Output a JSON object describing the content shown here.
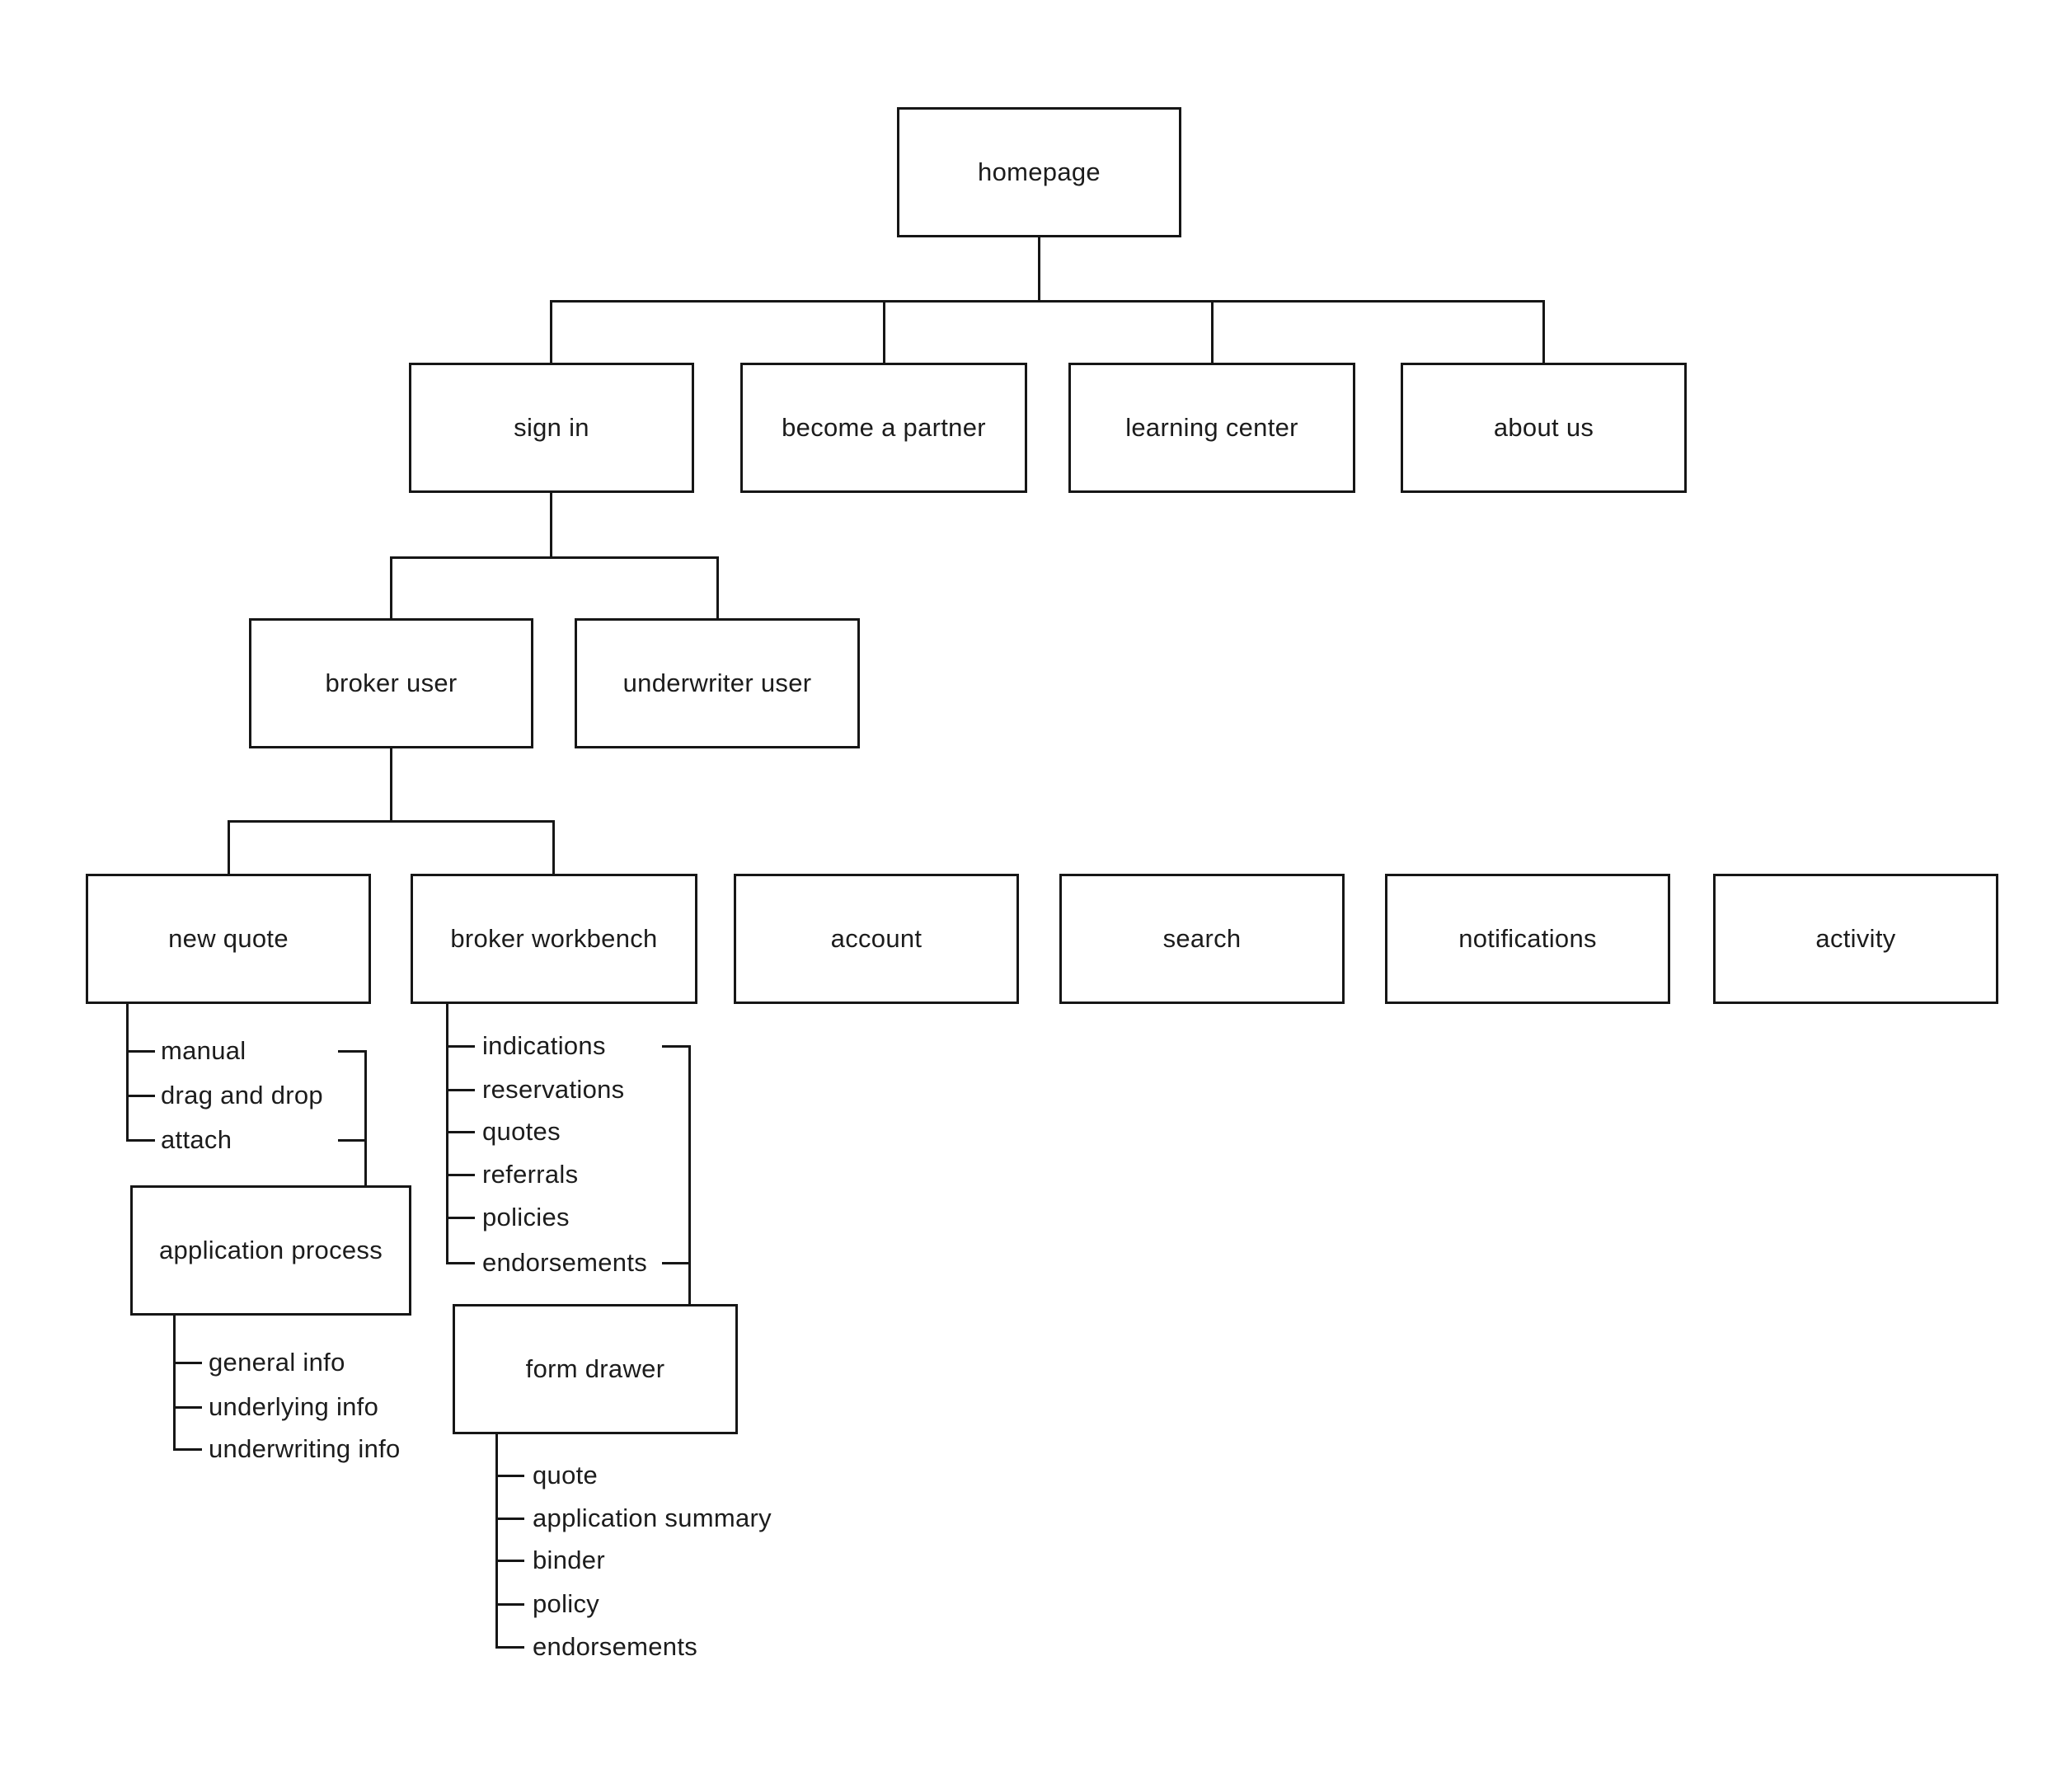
{
  "palette": {
    "background": "#ffffff",
    "line": "#161616",
    "text": "#1c1c1c"
  },
  "nodes": {
    "homepage": {
      "label": "homepage"
    },
    "sign_in": {
      "label": "sign in"
    },
    "become_a_partner": {
      "label": "become a partner"
    },
    "learning_center": {
      "label": "learning center"
    },
    "about_us": {
      "label": "about us"
    },
    "broker_user": {
      "label": "broker user"
    },
    "underwriter_user": {
      "label": "underwriter user"
    },
    "new_quote": {
      "label": "new quote"
    },
    "broker_workbench": {
      "label": "broker workbench"
    },
    "account": {
      "label": "account"
    },
    "search": {
      "label": "search"
    },
    "notifications": {
      "label": "notifications"
    },
    "activity": {
      "label": "activity"
    },
    "application_process": {
      "label": "application process"
    },
    "form_drawer": {
      "label": "form drawer"
    }
  },
  "lists": {
    "new_quote_items": [
      {
        "label": "manual"
      },
      {
        "label": "drag and drop"
      },
      {
        "label": "attach"
      }
    ],
    "application_process_items": [
      {
        "label": "general info"
      },
      {
        "label": "underlying info"
      },
      {
        "label": "underwriting info"
      }
    ],
    "broker_workbench_items": [
      {
        "label": "indications"
      },
      {
        "label": "reservations"
      },
      {
        "label": "quotes"
      },
      {
        "label": "referrals"
      },
      {
        "label": "policies"
      },
      {
        "label": "endorsements"
      }
    ],
    "form_drawer_items": [
      {
        "label": "quote"
      },
      {
        "label": "application summary"
      },
      {
        "label": "binder"
      },
      {
        "label": "policy"
      },
      {
        "label": "endorsements"
      }
    ]
  }
}
